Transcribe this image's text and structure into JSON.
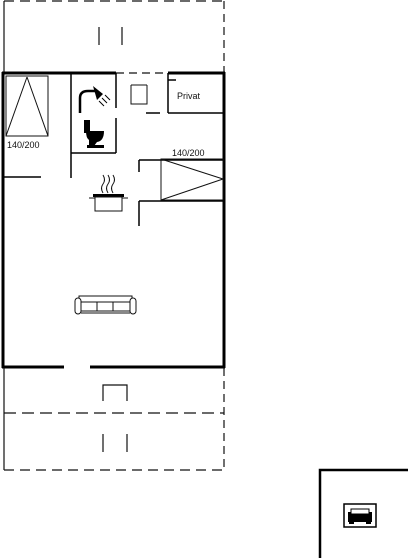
{
  "rooms": {
    "bedroom_left_bed_size": "140/200",
    "bedroom_right_bed_size": "140/200",
    "private_room_label": "Privat"
  },
  "colors": {
    "wall": "#000000",
    "line": "#111111",
    "background": "#ffffff"
  },
  "icons": {
    "shower": "shower-icon",
    "toilet": "toilet-icon",
    "kitchen": "cooking-pot-icon",
    "living": "sofa-icon",
    "parking": "car-icon"
  }
}
